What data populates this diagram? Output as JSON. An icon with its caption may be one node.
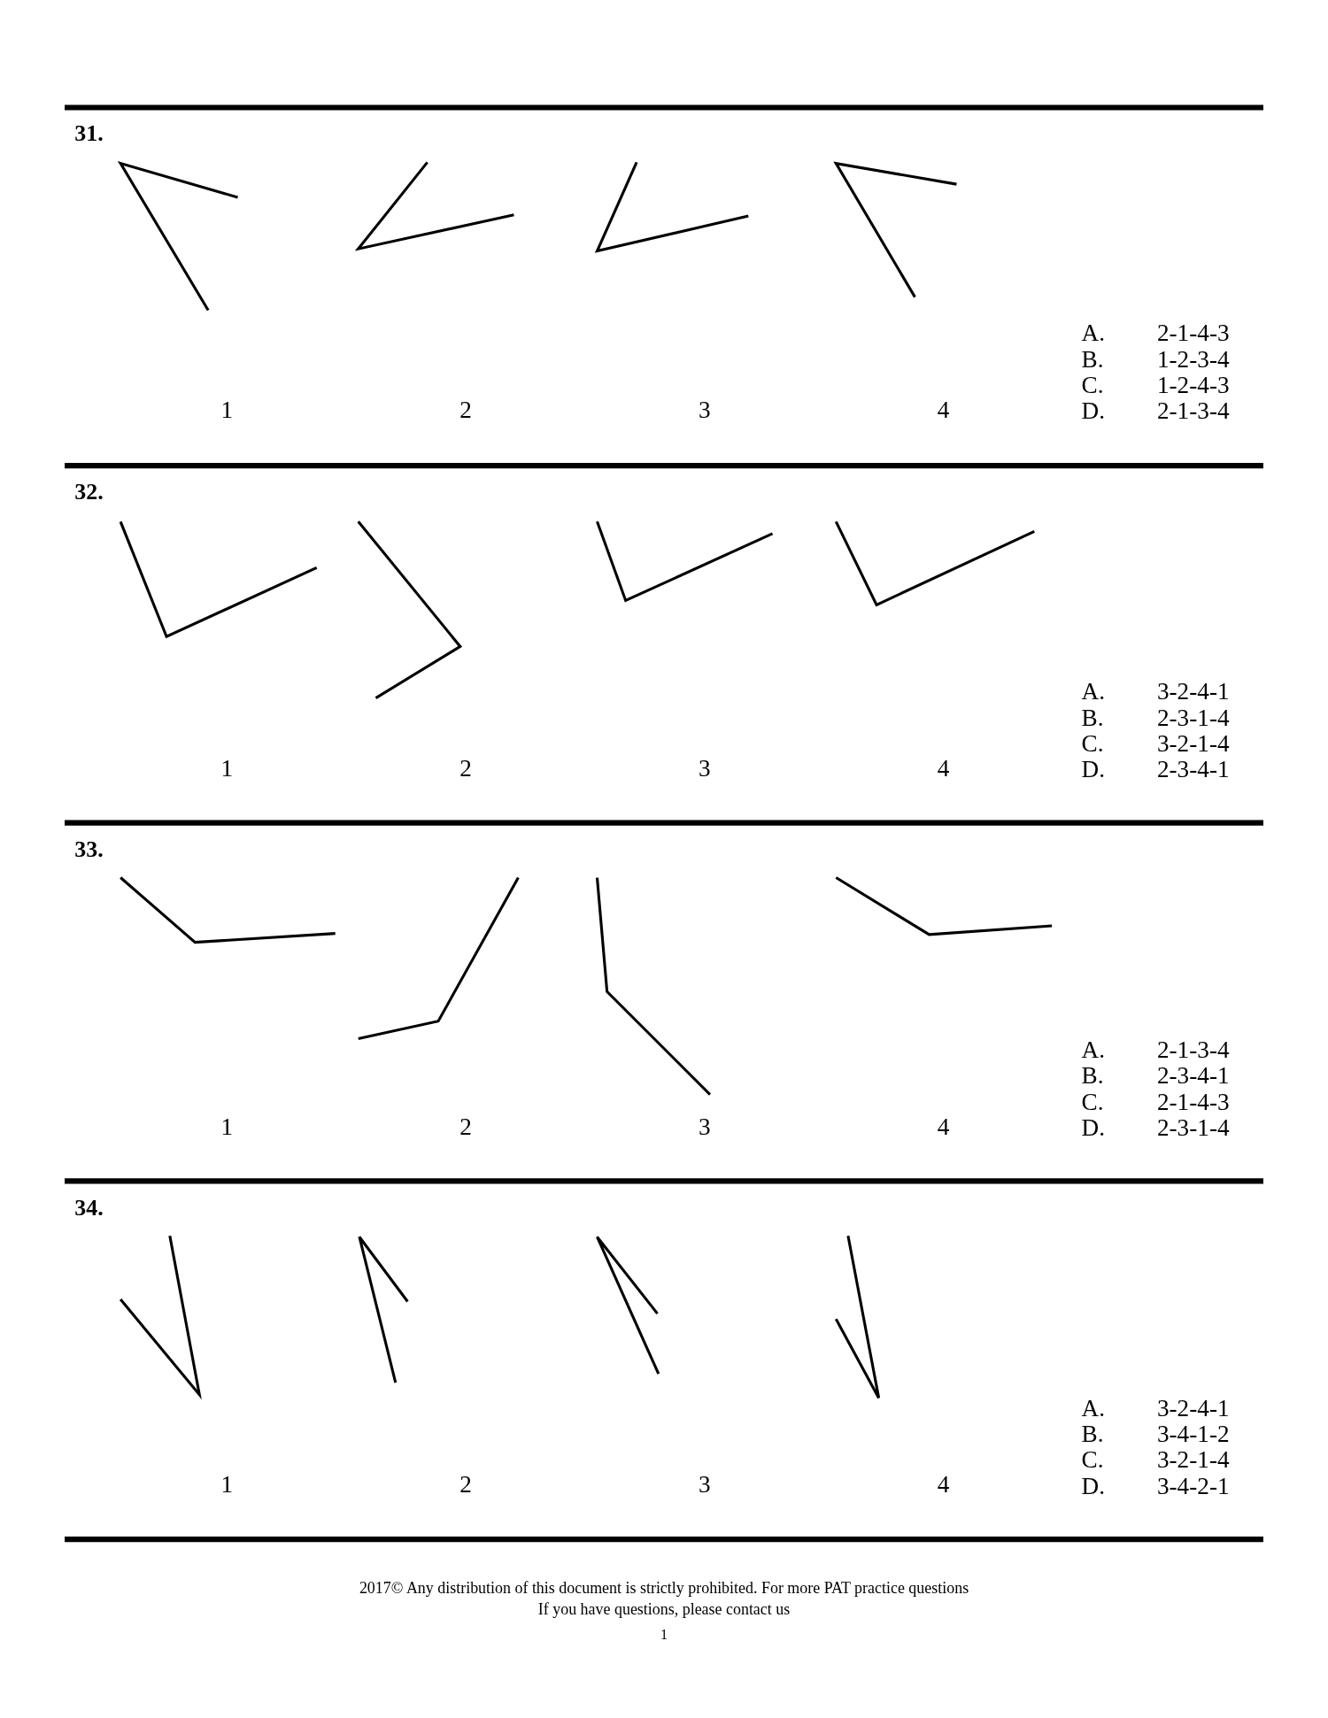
{
  "diagram": {
    "labels": [
      "31.",
      "1",
      "2",
      "3",
      "4",
      "A.",
      "2-1-4-3",
      "B.",
      "1-2-3-4",
      "C.",
      "1-2-4-3",
      "D.",
      "2-1-3-4",
      "32.",
      "1",
      "2",
      "3",
      "4",
      "A.",
      "3-2-4-1",
      "B.",
      "2-3-1-4",
      "C.",
      "3-2-1-4",
      "D.",
      "2-3-4-1",
      "33.",
      "1",
      "2",
      "3",
      "4",
      "A.",
      "2-1-3-4",
      "B.",
      "2-3-4-1",
      "C.",
      "2-1-4-3",
      "D.",
      "2-3-1-4",
      "34.",
      "1",
      "2",
      "3",
      "4",
      "A.",
      "3-2-4-1",
      "B.",
      "3-4-1-2",
      "C.",
      "3-2-1-4",
      "D.",
      "3-4-2-1",
      "2017© Any distribution of this document is strictly prohibited. For more PAT practice questions",
      "If you have questions, please contact us",
      "1"
    ]
  }
}
